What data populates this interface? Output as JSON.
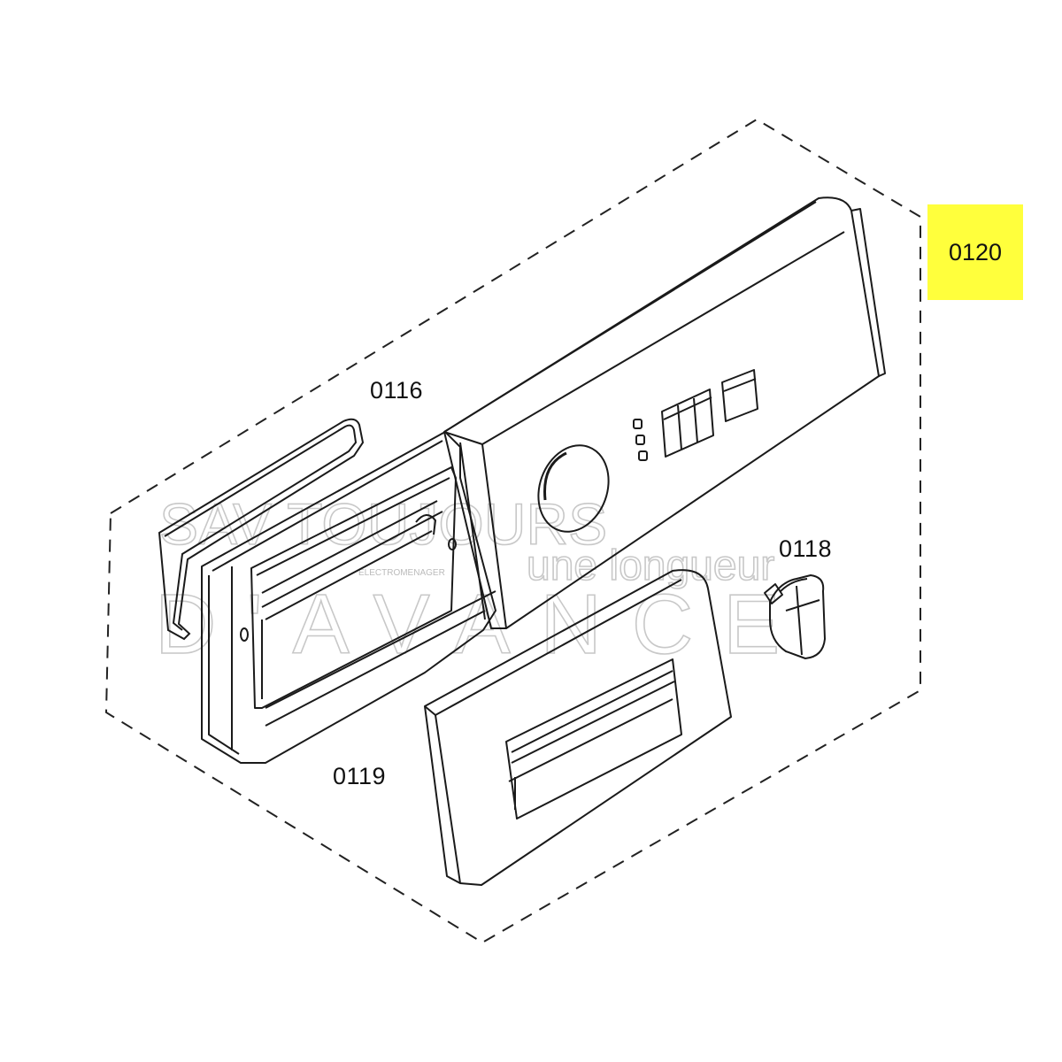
{
  "diagram": {
    "assembly_code": "0120",
    "parts": [
      {
        "id": "0116"
      },
      {
        "id": "0118"
      },
      {
        "id": "0119"
      }
    ],
    "watermark": {
      "line1": "SAV TOUJOURS",
      "line2": "une longueur",
      "line3": "D'AVANCE",
      "small": "ELECTROMENAGER"
    }
  },
  "colors": {
    "badge": "#ffff3c",
    "line": "#1a1a1a",
    "watermark": "#c8c8c8"
  }
}
